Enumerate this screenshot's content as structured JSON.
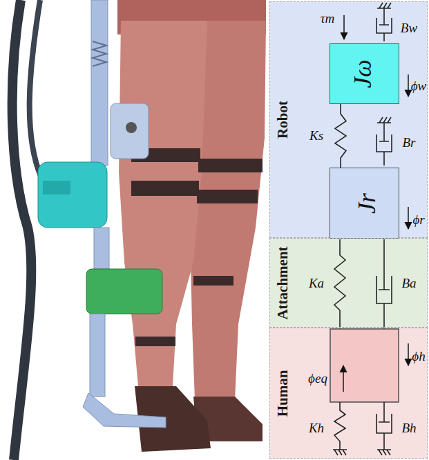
{
  "diagram": {
    "nodes": [
      {
        "text": [
          "Robot"
        ]
      },
      {
        "text": [
          "Attachment"
        ]
      },
      {
        "text": [
          "Human"
        ]
      },
      {
        "text": [
          "Jω"
        ],
        "in": 0
      },
      {
        "text": [
          "Jr"
        ],
        "in": 0
      }
    ],
    "edges": [
      {
        "from": 3,
        "to": 4,
        "arrow": "none",
        "label": "Ks"
      }
    ],
    "labels": [
      "τm",
      "Bw",
      "ϕw",
      "Br",
      "ϕr",
      "Ka",
      "Ba",
      "ϕeq",
      "ϕh",
      "Kh",
      "Bh"
    ]
  }
}
